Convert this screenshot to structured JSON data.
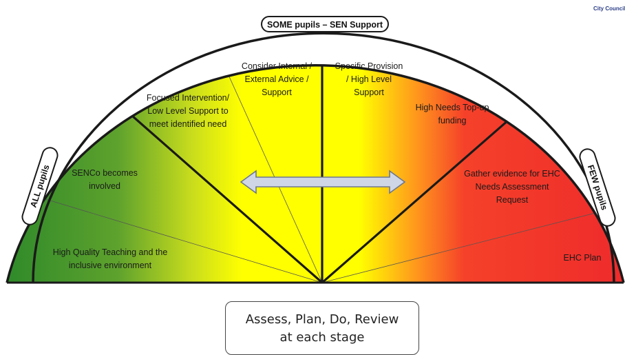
{
  "header_corner": {
    "org_text": "City Council"
  },
  "pills": {
    "top": "SOME pupils – SEN Support",
    "left": "ALL pupils",
    "right": "FEW pupils"
  },
  "segments": {
    "high_quality_teaching": [
      "High Quality Teaching and the",
      "inclusive environment"
    ],
    "senco_involved": [
      "SENCo becomes",
      "involved"
    ],
    "focused_intervention": [
      "Focused Intervention/",
      "Low Level Support to",
      "meet identified need"
    ],
    "consider_internal": [
      "Consider Internal /",
      "External Advice /",
      "Support"
    ],
    "specific_provision": [
      "Specific Provision",
      "/ High Level",
      "Support"
    ],
    "high_needs_topup": [
      "High Needs Top-up",
      "funding"
    ],
    "gather_evidence": [
      "Gather evidence for EHC",
      "Needs Assessment",
      "Request"
    ],
    "ehc_plan": [
      "EHC Plan"
    ]
  },
  "footer": {
    "line1": "Assess, Plan, Do, Review",
    "line2": "at each stage"
  },
  "colors": {
    "green": "#2f8a2a",
    "yellow": "#ffff00",
    "red": "#ee2b2b",
    "outline": "#1a1a1a",
    "arrow_fill": "#cfd6e6"
  },
  "icons": {
    "arrow": "double-headed-arrow-icon"
  }
}
